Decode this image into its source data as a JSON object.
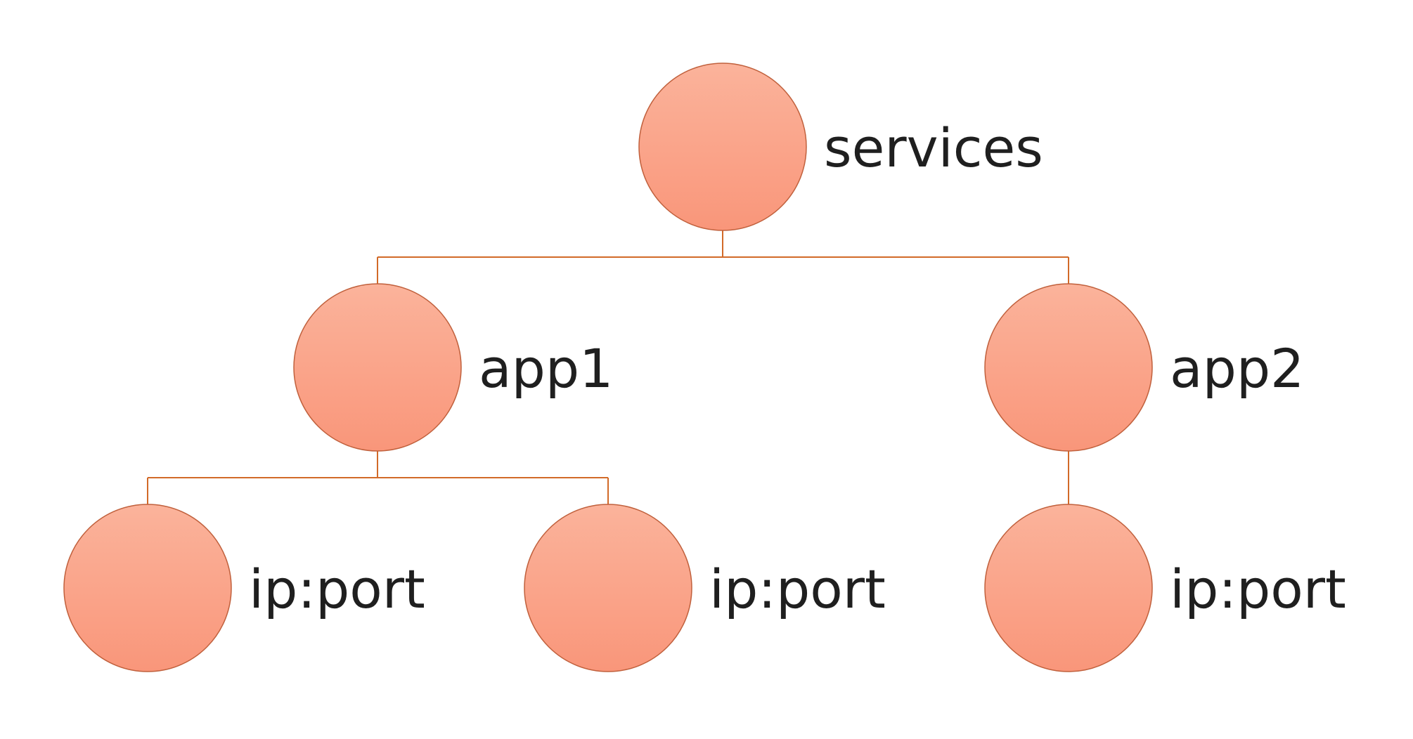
{
  "colors": {
    "node_fill_top": "#fbb39b",
    "node_fill_bottom": "#f9967a",
    "node_stroke": "#c0603c",
    "connector": "#d26a28",
    "label": "#1f1f1f",
    "background": "#ffffff"
  },
  "tree": {
    "root": {
      "label": "services"
    },
    "children": [
      {
        "label": "app1",
        "children": [
          {
            "label": "ip:port"
          },
          {
            "label": "ip:port"
          }
        ]
      },
      {
        "label": "app2",
        "children": [
          {
            "label": "ip:port"
          }
        ]
      }
    ]
  }
}
